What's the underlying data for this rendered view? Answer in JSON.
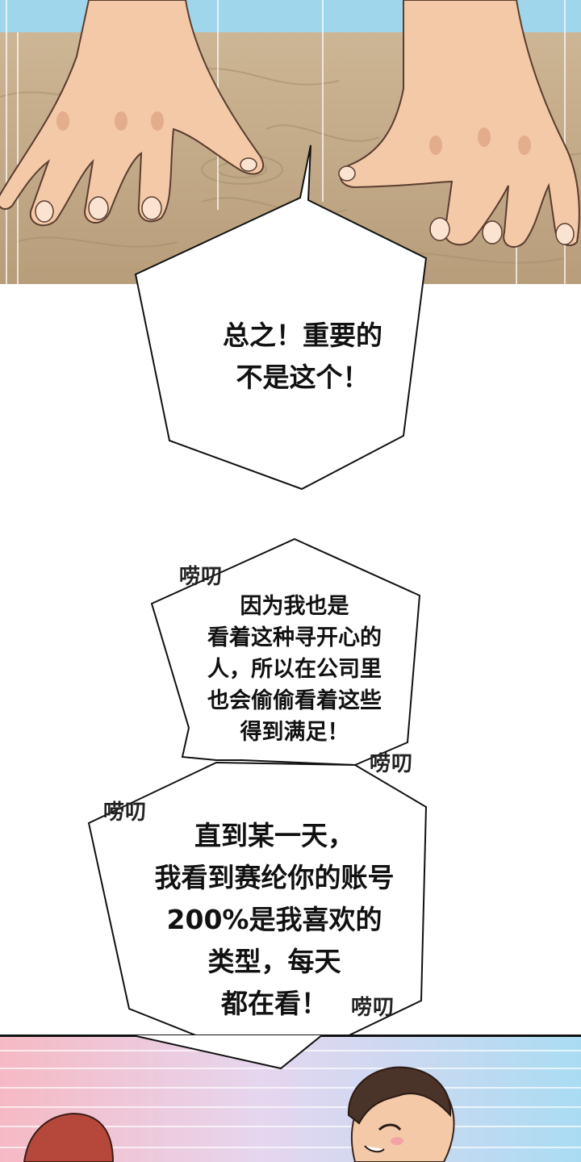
{
  "colors": {
    "table_wood": "#c9b08f",
    "table_wood_dark": "#a48c6c",
    "sky_blue": "#9fd6ec",
    "skin": "#f3c9a8",
    "skin_shadow": "#e0a684",
    "bubble_stroke": "#111111",
    "bottom_bg_pink": "#f6b9c3",
    "bottom_bg_blue": "#a9dcf3",
    "hair_dark": "#4a3328",
    "hair_red": "#b5483b"
  },
  "bubbles": {
    "b1": {
      "text": "总之！重要的\n不是这个！"
    },
    "b2": {
      "text": "因为我也是\n看着这种寻开心的\n人，所以在公司里\n也会偷偷看着这些\n得到满足！"
    },
    "b3": {
      "text": "直到某一天，\n我看到赛纶你的账号\n200%是我喜欢的\n类型，每天\n都在看！"
    }
  },
  "sfx": {
    "s1": "唠叨",
    "s2": "唠叨",
    "s3": "唠叨",
    "s4": "唠叨"
  },
  "icons": {
    "panel_top": "hands-on-table-illustration",
    "panel_bottom": "characters-illustration"
  }
}
